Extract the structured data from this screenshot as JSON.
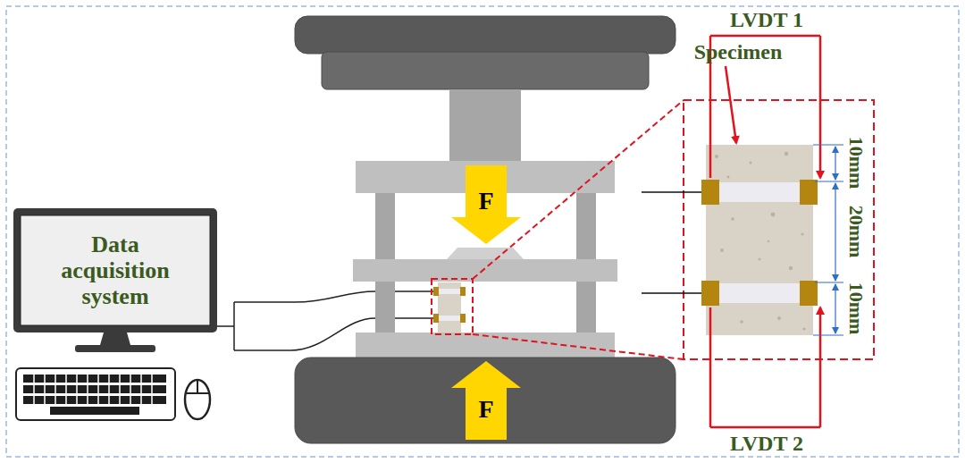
{
  "diagram": {
    "nodes": [
      {
        "text": [
          "Data acquisition system"
        ]
      },
      {
        "text": [
          "F"
        ]
      },
      {
        "text": [
          "F"
        ]
      }
    ],
    "labels": [
      "LVDT 1",
      "Specimen",
      "10mm",
      "20mm",
      "10mm",
      "LVDT 2"
    ]
  }
}
